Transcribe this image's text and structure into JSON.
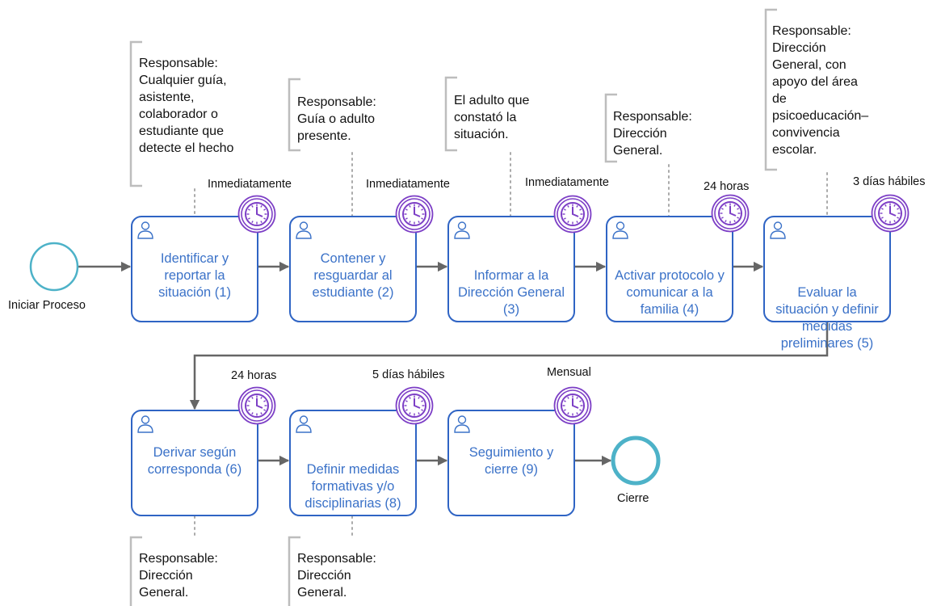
{
  "start_event": {
    "label": "Iniciar Proceso"
  },
  "end_event": {
    "label": "Cierre"
  },
  "tasks": [
    {
      "label": "Identificar y reportar la situación (1)",
      "timer": "Inmediatamente",
      "responsable": "Responsable:\nCualquier guía,\nasistente,\ncolaborador o\nestudiante que\ndetecte el hecho"
    },
    {
      "label": "Contener y resguardar al estudiante (2)",
      "timer": "Inmediatamente",
      "responsable": "Responsable:\nGuía o adulto\npresente."
    },
    {
      "label": "Informar a la Dirección General (3)",
      "timer": "Inmediatamente",
      "responsable": "El adulto que\nconstató la\nsituación."
    },
    {
      "label": "Activar protocolo y comunicar a la familia (4)",
      "timer": "24 horas",
      "responsable": "Responsable:\nDirección\nGeneral."
    },
    {
      "label": "Evaluar la situación y definir medidas preliminares (5)",
      "timer": "3 días hábiles",
      "responsable": "Responsable:\nDirección\nGeneral, con\napoyo del área\nde\npsicoeducación–\nconvivencia\nescolar."
    },
    {
      "label": "Derivar según corresponda (6)",
      "timer": "24 horas",
      "responsable": "Responsable:\nDirección\nGeneral."
    },
    {
      "label": "Definir medidas formativas y/o disciplinarias (8)",
      "timer": "5 días hábiles",
      "responsable": "Responsable:\nDirección\nGeneral."
    },
    {
      "label": "Seguimiento y cierre (9)",
      "timer": "Mensual"
    }
  ],
  "colors": {
    "task_border": "#2f64c4",
    "task_text": "#3b72c8",
    "event_stroke": "#4db2c8",
    "timer_stroke": "#7d3fc6",
    "flow_line": "#666666",
    "annotation": "#bdbdbd",
    "association": "#aaaaaa"
  },
  "icons": {
    "user": "user-icon",
    "timer": "clock-icon"
  }
}
